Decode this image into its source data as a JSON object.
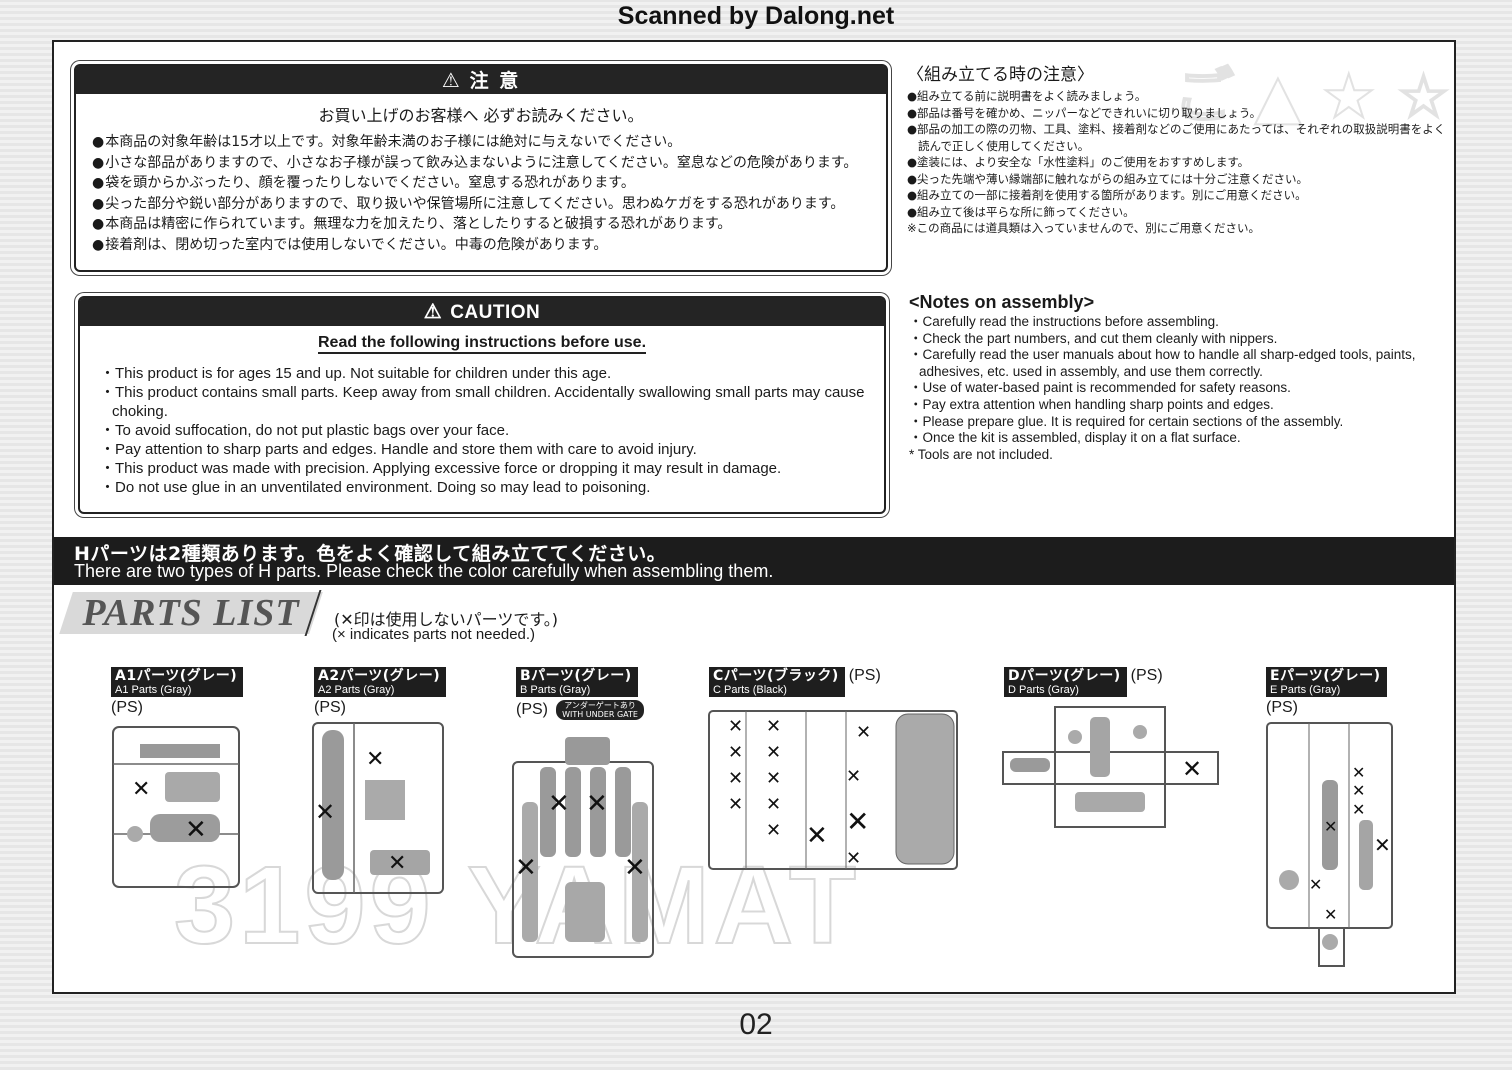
{
  "scan_credit": "Scanned by Dalong.net",
  "caution_jp": {
    "heading": "注 意",
    "sub": "お買い上げのお客様へ 必ずお読みください。",
    "items": [
      "本商品の対象年齢は15才以上です。対象年齢未満のお子様には絶対に与えないでください。",
      "小さな部品がありますので、小さなお子様が誤って飲み込まないように注意してください。窒息などの危険があります。",
      "袋を頭からかぶったり、顔を覆ったりしないでください。窒息する恐れがあります。",
      "尖った部分や鋭い部分がありますので、取り扱いや保管場所に注意してください。思わぬケガをする恐れがあります。",
      "本商品は精密に作られています。無理な力を加えたり、落としたりすると破損する恐れがあります。",
      "接着剤は、閉め切った室内では使用しないでください。中毒の危険があります。"
    ]
  },
  "caution_en": {
    "heading": "CAUTION",
    "sub": "Read the following instructions before use.",
    "items": [
      "This product is for ages 15 and up. Not suitable for children under this age.",
      "This product contains small parts. Keep away from small children. Accidentally swallowing small parts may cause choking.",
      "To avoid suffocation, do not put plastic bags over your face.",
      "Pay attention to sharp parts and edges. Handle and store them with care to avoid injury.",
      "This product was made with precision. Applying excessive force or dropping it may result in damage.",
      "Do not use glue in an unventilated environment. Doing so may lead to poisoning."
    ]
  },
  "notes_jp": {
    "title": "〈組み立てる時の注意〉",
    "items": [
      "組み立てる前に説明書をよく読みましょう。",
      "部品は番号を確かめ、ニッパーなどできれいに切り取りましょう。",
      "部品の加工の際の刃物、工具、塗料、接着剤などのご使用にあたっては、それぞれの取扱説明書をよく読んで正しく使用してください。",
      "塗装には、より安全な「水性塗料」のご使用をおすすめします。",
      "尖った先端や薄い縁端部に触れながらの組み立てには十分ご注意ください。",
      "組み立ての一部に接着剤を使用する箇所があります。別にご用意ください。",
      "組み立て後は平らな所に飾ってください。"
    ],
    "footnote": "※この商品には道具類は入っていませんので、別にご用意ください。"
  },
  "notes_en": {
    "title": "<Notes on assembly>",
    "items": [
      "・Carefully read the instructions before assembling.",
      "・Check the part numbers, and cut them cleanly with nippers.",
      "・Carefully read the user manuals about how to handle all sharp-edged tools, paints, adhesives, etc. used in assembly, and use them correctly.",
      "・Use of water-based paint is recommended for safety reasons.",
      "・Pay extra attention when handling sharp points and edges.",
      "・Please prepare glue. It is required for certain sections of the assembly.",
      "・Once the kit is assembled, display it on a flat surface.",
      "* Tools are not included."
    ]
  },
  "banner": {
    "jp": "Hパーツは2種類あります。色をよく確認して組み立ててください。",
    "en": "There are two types of H parts. Please check the color carefully when assembling them."
  },
  "parts_list": {
    "title": "PARTS LIST",
    "note_jp": "(✕印は使用しないパーツです。)",
    "note_en": "(× indicates parts not needed.)",
    "runners": [
      {
        "jp": "A1パーツ(グレー)",
        "en": "A1 Parts (Gray)",
        "ps": "(PS)"
      },
      {
        "jp": "A2パーツ(グレー)",
        "en": "A2 Parts (Gray)",
        "ps": "(PS)"
      },
      {
        "jp": "Bパーツ(グレー)",
        "en": "B Parts (Gray)",
        "ps": "(PS)",
        "badge_jp": "アンダーゲートあり",
        "badge_en": "WITH UNDER GATE"
      },
      {
        "jp": "Cパーツ(ブラック)",
        "en": "C Parts (Black)",
        "ps": "(PS)"
      },
      {
        "jp": "Dパーツ(グレー)",
        "en": "D Parts (Gray)",
        "ps": "(PS)"
      },
      {
        "jp": "Eパーツ(グレー)",
        "en": "E Parts (Gray)",
        "ps": "(PS)"
      }
    ]
  },
  "watermark": "3199 YAMAT",
  "page_number": "02"
}
